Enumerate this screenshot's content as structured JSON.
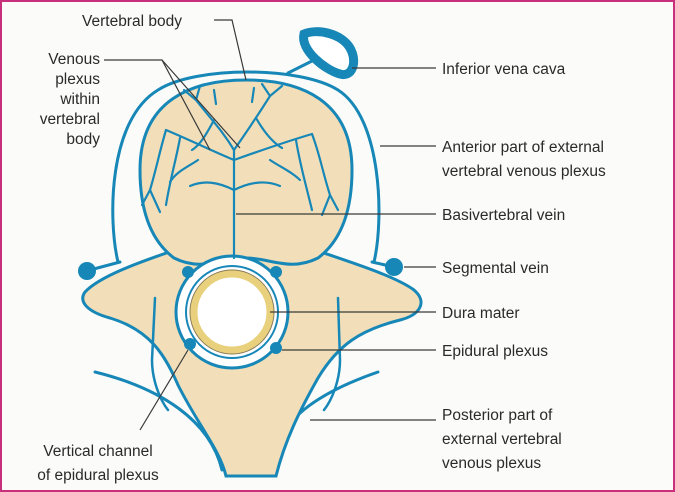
{
  "colors": {
    "vein": "#1787b7",
    "bone": "#f2dfb9",
    "dura": "#e8d07c",
    "frame": "#c8307c"
  },
  "labels": {
    "vertebral_body": "Vertebral body",
    "venous_plexus": [
      "Venous",
      "plexus",
      "within",
      "vertebral",
      "body"
    ],
    "inferior_vena_cava": "Inferior vena cava",
    "anterior_external": [
      "Anterior part of external",
      "vertebral venous plexus"
    ],
    "basivertebral_vein": "Basivertebral vein",
    "segmental_vein": "Segmental vein",
    "dura_mater": "Dura mater",
    "epidural_plexus": "Epidural plexus",
    "vertical_channel": [
      "Vertical channel",
      "of epidural plexus"
    ],
    "posterior_external": [
      "Posterior part of",
      "external vertebral",
      "venous plexus"
    ]
  }
}
